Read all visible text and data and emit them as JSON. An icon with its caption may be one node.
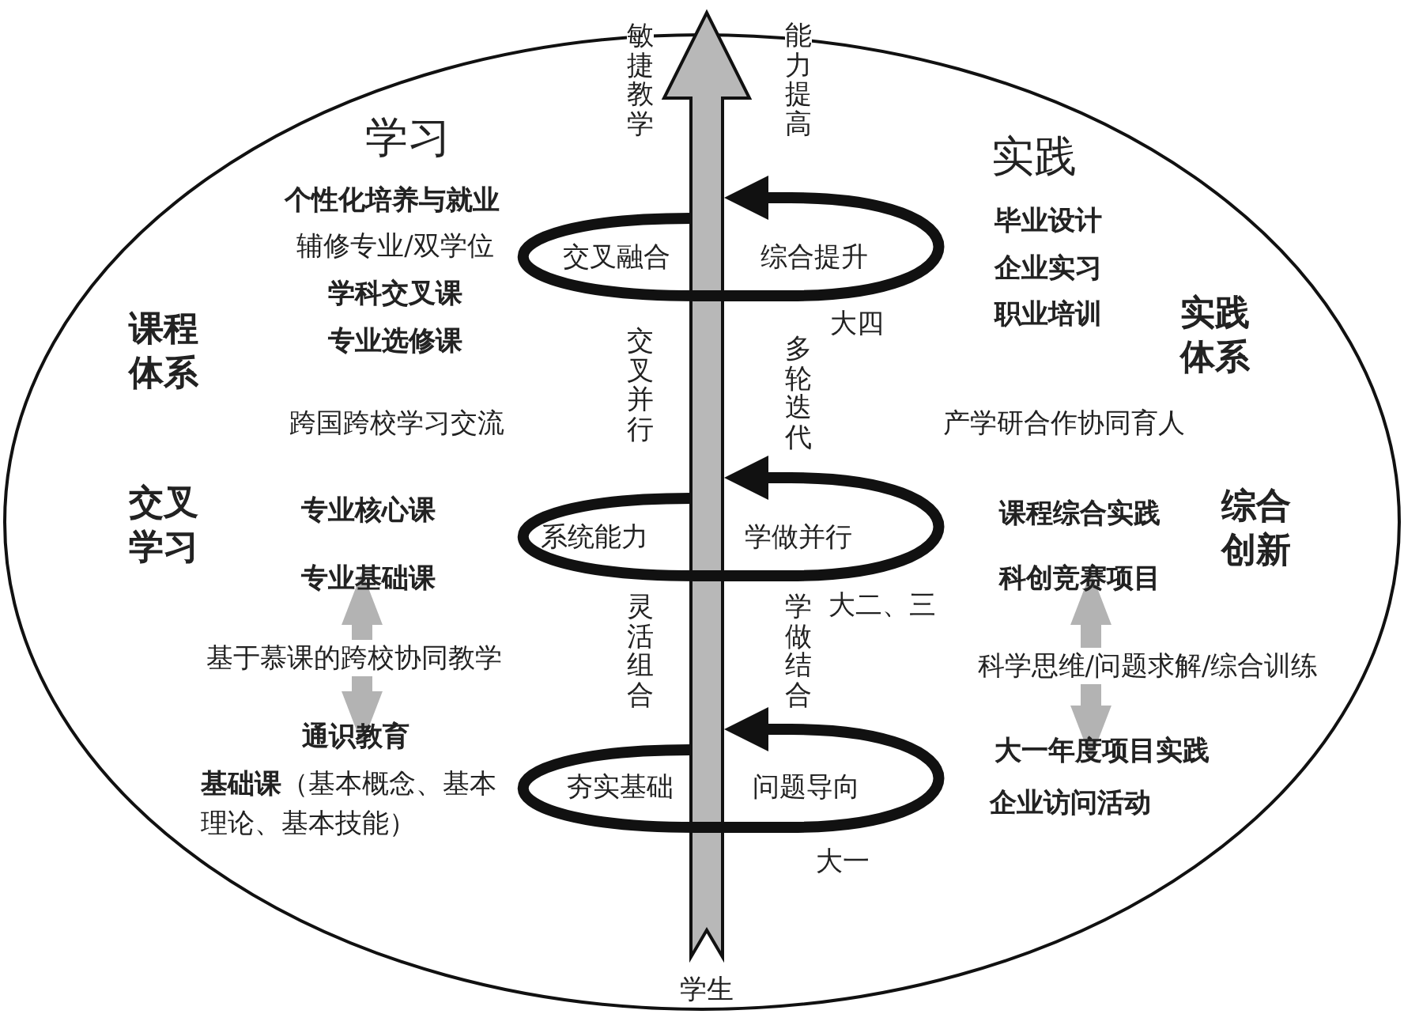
{
  "diagram": {
    "nodes": [
      {
        "text": [
          "专业基础课"
        ]
      },
      {
        "text": [
          "通识教育"
        ]
      },
      {
        "text": [
          "科创竞赛项目"
        ]
      },
      {
        "text": [
          "大一年度项目实践"
        ]
      }
    ],
    "edges": [
      {
        "from": 0,
        "to": 1,
        "arrow": "both",
        "label": "基于慕课的跨校协同教学"
      },
      {
        "from": 2,
        "to": 3,
        "arrow": "both",
        "label": "科学思维/问题求解/综合训练"
      }
    ],
    "labels": [
      "敏捷教学",
      "能力提高",
      "学习",
      "实践",
      "个性化培养与就业",
      "辅修专业/双学位",
      "交叉融合",
      "综合提升",
      "毕业设计",
      "企业实习",
      "职业培训",
      "课程体系",
      "学科交叉课",
      "专业选修课",
      "大四",
      "实践体系",
      "交叉并行",
      "多轮迭代",
      "跨国跨校学习交流",
      "产学研合作协同育人",
      "交叉学习",
      "专业核心课",
      "课程综合实践",
      "综合创新",
      "系统能力",
      "学做并行",
      "灵活组合",
      "学做结合",
      "大二、三",
      "夯实基础",
      "问题导向",
      "企业访问活动",
      "**基础课**（基本概念、基本理论、基本技能）",
      "大一",
      "学生"
    ]
  }
}
